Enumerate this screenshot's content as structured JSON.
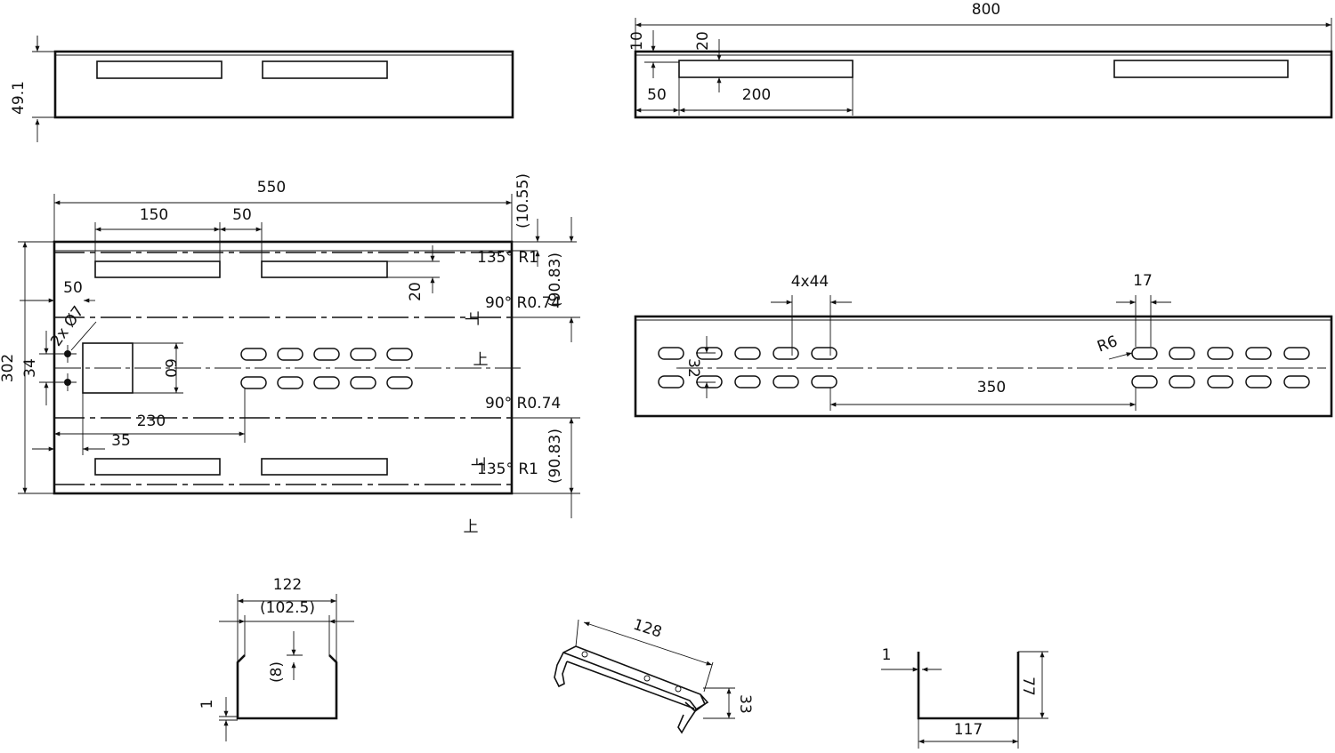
{
  "drawing": {
    "views": {
      "top_left_strip": {
        "height": "49.1"
      },
      "top_right_strip": {
        "overall": "800",
        "edge": "10",
        "slot_height": "20",
        "offset": "50",
        "slot_length": "200"
      },
      "flat_pattern": {
        "width": "550",
        "slot_length": "150",
        "slot_gap": "50",
        "top_allowance": "(10.55)",
        "flange_top": "(90.83)",
        "flange_bottom": "(90.83)",
        "slot_height": "20",
        "edge_offset": "50",
        "holes": "2x Ø7",
        "height": "302",
        "hole_spacing": "34",
        "square": "60",
        "slot_start": "230",
        "square_offset": "35",
        "bend_135_top": "135° R1",
        "bend_90_top": "90° R0.74",
        "bend_90_bottom": "90° R0.74",
        "bend_135_bottom": "135° R1",
        "bend_mark": "上"
      },
      "slotted_strip": {
        "pitch": "4x44",
        "slot_width": "17",
        "radius": "R6",
        "row_spacing": "32",
        "gap": "350"
      },
      "channel_section": {
        "width": "122",
        "inner_width": "(102.5)",
        "lip": "(8)",
        "thickness": "1"
      },
      "bracket_iso": {
        "length": "128",
        "height": "33"
      },
      "u_section": {
        "thickness": "1",
        "height": "77",
        "width": "117"
      }
    }
  }
}
